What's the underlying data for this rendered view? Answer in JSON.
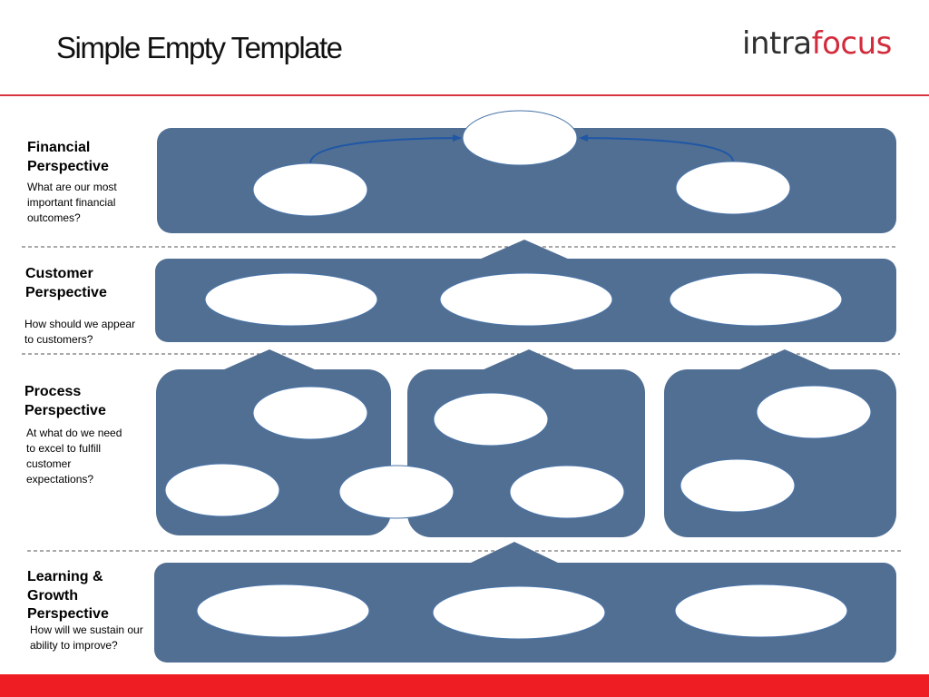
{
  "page": {
    "title": "Simple Empty Template",
    "logo": {
      "part1": "intra",
      "part2": "focus"
    }
  },
  "colors": {
    "panel": "#516f93",
    "accent_red": "#ee1d23",
    "arrow_blue": "#1f57a6"
  },
  "perspectives": {
    "financial": {
      "heading": "Financial\nPerspective",
      "question": "What are our most\nimportant financial\noutcomes?"
    },
    "customer": {
      "heading": "Customer\nPerspective",
      "question": "How should we appear\nto customers?"
    },
    "process": {
      "heading": "Process\nPerspective",
      "question": "At what do we need\nto excel to fulfill\ncustomer\nexpectations?"
    },
    "learning": {
      "heading": "Learning &\nGrowth\nPerspective",
      "question": "How will we sustain our\nability to improve?"
    }
  }
}
